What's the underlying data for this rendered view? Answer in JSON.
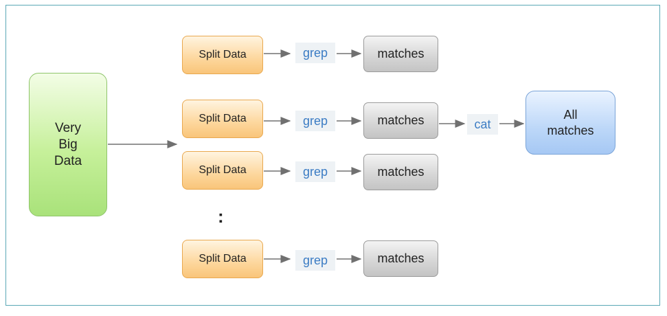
{
  "source": {
    "label": "Very\nBig\nData"
  },
  "rows": [
    {
      "split_label": "Split Data",
      "op_label": "grep",
      "result_label": "matches"
    },
    {
      "split_label": "Split Data",
      "op_label": "grep",
      "result_label": "matches"
    },
    {
      "split_label": "Split Data",
      "op_label": "grep",
      "result_label": "matches"
    },
    {
      "split_label": "Split Data",
      "op_label": "grep",
      "result_label": "matches"
    }
  ],
  "ellipsis": ":",
  "combine": {
    "op_label": "cat",
    "result_label": "All\nmatches"
  },
  "colors": {
    "border": "#5aa7b5",
    "source_fill": "#c6f09a",
    "split_fill": "#fdd79d",
    "match_fill": "#d5d5d5",
    "all_fill": "#bcd7f8",
    "op_text": "#3b7cc4",
    "arrow": "#707070"
  }
}
